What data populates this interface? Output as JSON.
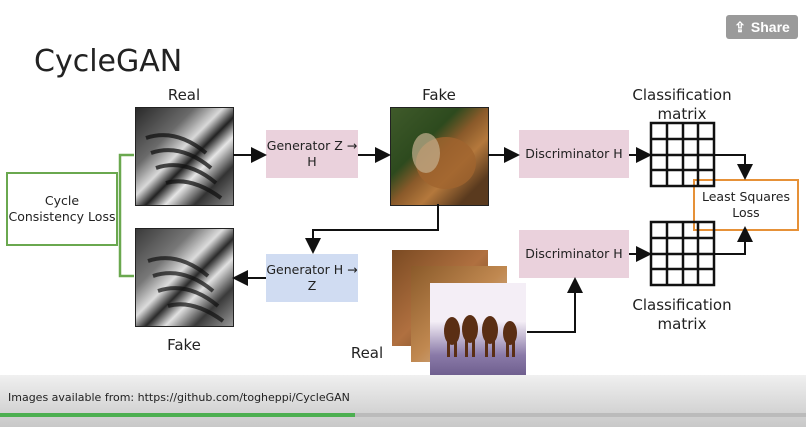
{
  "title": "CycleGAN",
  "share_label": "Share",
  "labels": {
    "real_top": "Real",
    "fake_top": "Fake",
    "fake_bottom": "Fake",
    "real_bottom": "Real",
    "classification_top": "Classification matrix",
    "classification_bottom": "Classification matrix"
  },
  "boxes": {
    "generator_zh": "Generator Z → H",
    "generator_hz": "Generator H → Z",
    "discriminator_top": "Discriminator H",
    "discriminator_bottom": "Discriminator H",
    "cycle_loss": "Cycle Consistency Loss",
    "least_squares_loss": "Least Squares Loss"
  },
  "caption": "Images available from: https://github.com/togheppi/CycleGAN",
  "video_progress": 0.44,
  "colors": {
    "generator_zh": "#ead1dc",
    "generator_hz": "#d0dcf2",
    "discriminator": "#ead1dc",
    "cycle_border": "#6aa84f",
    "loss_border": "#e69138",
    "progress": "#4caf50"
  }
}
